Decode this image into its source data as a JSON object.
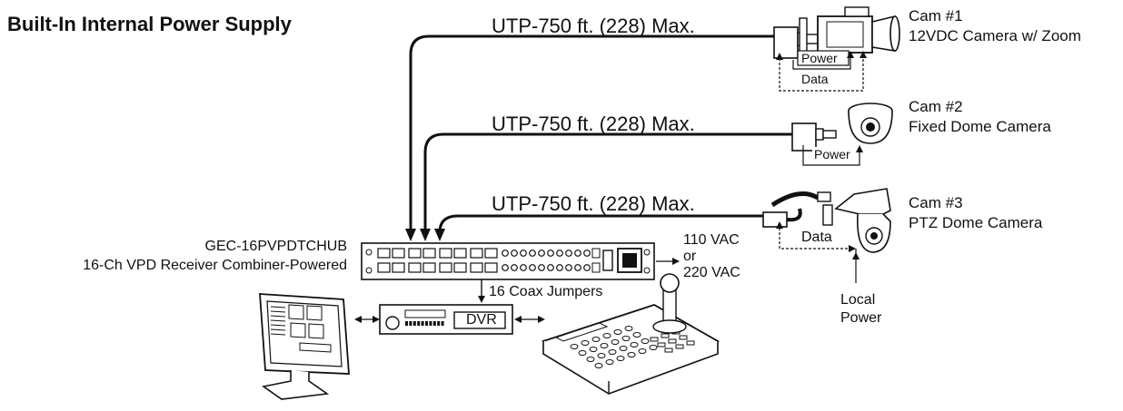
{
  "title": "Built-In Internal Power Supply",
  "cables": [
    {
      "label": "UTP-750 ft. (228) Max."
    },
    {
      "label": "UTP-750 ft. (228) Max."
    },
    {
      "label": "UTP-750 ft. (228) Max."
    }
  ],
  "cameras": [
    {
      "name": "Cam #1",
      "desc": "12VDC Camera w/ Zoom"
    },
    {
      "name": "Cam #2",
      "desc": "Fixed Dome Camera"
    },
    {
      "name": "Cam #3",
      "desc": "PTZ Dome Camera"
    }
  ],
  "labels": {
    "power1": "Power",
    "data1": "Data",
    "power2": "Power",
    "data3": "Data",
    "local_power_line1": "Local",
    "local_power_line2": "Power"
  },
  "hub": {
    "model": "GEC-16PVPDTCHUB",
    "desc": "16-Ch VPD Receiver Combiner-Powered"
  },
  "ac": {
    "line1": "110 VAC",
    "line2": "or",
    "line3": "220 VAC"
  },
  "jumpers": "16 Coax Jumpers",
  "dvr": "DVR"
}
